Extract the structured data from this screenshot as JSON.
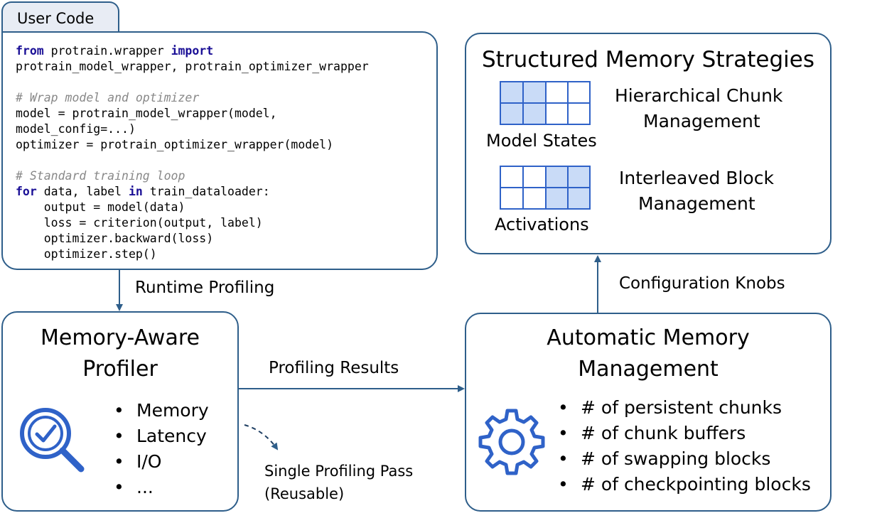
{
  "user_code": {
    "tab_label": "User Code",
    "lines": [
      [
        {
          "t": "from",
          "c": "kw"
        },
        {
          "t": " protrain.wrapper "
        },
        {
          "t": "import",
          "c": "kw"
        }
      ],
      [
        {
          "t": "protrain_model_wrapper, protrain_optimizer_wrapper"
        }
      ],
      [],
      [
        {
          "t": "# Wrap model and optimizer",
          "c": "cm"
        }
      ],
      [
        {
          "t": "model = protrain_model_wrapper(model,"
        }
      ],
      [
        {
          "t": "model_config=...)"
        }
      ],
      [
        {
          "t": "optimizer = protrain_optimizer_wrapper(model)"
        }
      ],
      [],
      [
        {
          "t": "# Standard training loop",
          "c": "cm"
        }
      ],
      [
        {
          "t": "for",
          "c": "kw"
        },
        {
          "t": " data, label "
        },
        {
          "t": "in",
          "c": "kw"
        },
        {
          "t": " train_dataloader:"
        }
      ],
      [
        {
          "t": "    output = model(data)"
        }
      ],
      [
        {
          "t": "    loss = criterion(output, label)"
        }
      ],
      [
        {
          "t": "    optimizer.backward(loss)"
        }
      ],
      [
        {
          "t": "    optimizer.step()"
        }
      ]
    ]
  },
  "strategies": {
    "title": "Structured Memory Strategies",
    "model_states_label": "Model States",
    "model_states_desc_line1": "Hierarchical Chunk",
    "model_states_desc_line2": "Management",
    "activations_label": "Activations",
    "activations_desc_line1": "Interleaved Block",
    "activations_desc_line2": "Management"
  },
  "profiler": {
    "title_line1": "Memory-Aware",
    "title_line2": "Profiler",
    "bullets": [
      "Memory",
      "Latency",
      "I/O",
      "..."
    ],
    "icon": "magnifier-check-icon"
  },
  "auto_memory": {
    "title_line1": "Automatic Memory",
    "title_line2": "Management",
    "bullets": [
      "# of persistent chunks",
      "# of chunk buffers",
      "# of swapping blocks",
      "# of checkpointing blocks"
    ],
    "icon": "gear-icon"
  },
  "edges": {
    "runtime_profiling": "Runtime Profiling",
    "profiling_results": "Profiling Results",
    "configuration_knobs": "Configuration Knobs",
    "single_pass_line1": "Single Profiling Pass",
    "single_pass_line2": "(Reusable)"
  },
  "colors": {
    "border": "#2e5e8a",
    "accent": "#2f62c8",
    "cell_fill": "#c9dbf7",
    "keyword": "#1a0f96",
    "comment": "#888888"
  }
}
